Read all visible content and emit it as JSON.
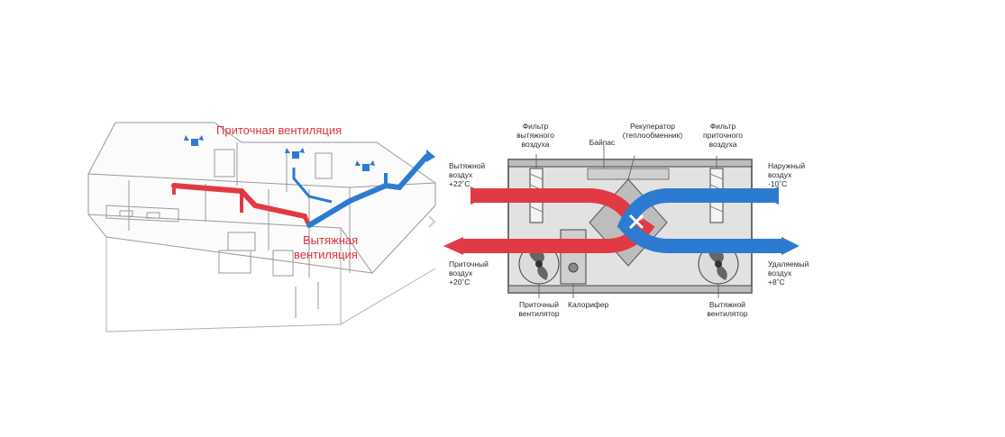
{
  "colors": {
    "warm": "#e23a44",
    "cold": "#2d7bd0",
    "unit_fill": "#d8d8d8",
    "outline": "#444444",
    "label_red": "#d9343f"
  },
  "building": {
    "supply_label": "Приточная вентиляция",
    "exhaust_label_line1": "Вытяжная",
    "exhaust_label_line2": "вентиляция"
  },
  "unit": {
    "exhaust_filter": [
      "Фильтр",
      "вытяжного",
      "воздуха"
    ],
    "bypass": "Байпас",
    "recuperator": [
      "Рекуператор",
      "(теплообменник)"
    ],
    "supply_filter": [
      "Фильтр",
      "приточного",
      "воздуха"
    ],
    "exhaust_air_in": [
      "Вытяжной",
      "воздух",
      "+22˚C"
    ],
    "outdoor_air": [
      "Наружный",
      "воздух",
      "-10˚C"
    ],
    "supply_air": [
      "Приточный",
      "воздух",
      "+20˚C"
    ],
    "removed_air": [
      "Удаляемый",
      "воздух",
      "+8˚C"
    ],
    "supply_fan": [
      "Приточный",
      "вентилятор"
    ],
    "heater": "Калорифер",
    "exhaust_fan": [
      "Вытяжной",
      "вентилятор"
    ]
  }
}
